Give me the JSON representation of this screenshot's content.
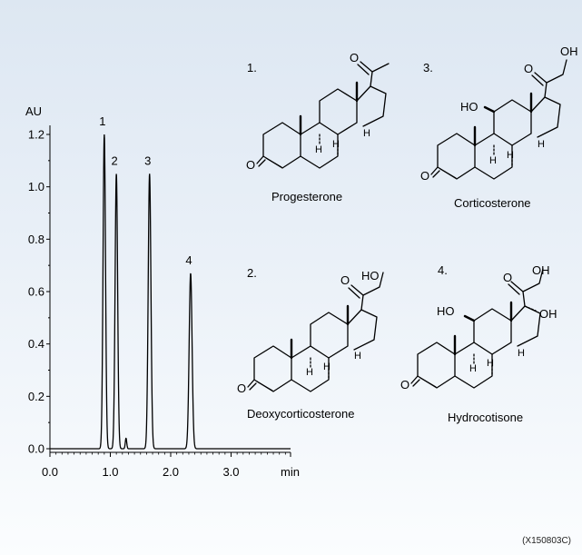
{
  "catalog_number": "(X150803C)",
  "chart_data": {
    "type": "line",
    "title": "",
    "xlabel": "min",
    "ylabel": "AU",
    "xlim": [
      0.0,
      4.0
    ],
    "ylim": [
      -0.03,
      1.3
    ],
    "x_ticks": [
      0.0,
      1.0,
      2.0,
      3.0
    ],
    "x_tick_labels": [
      "0.0",
      "1.0",
      "2.0",
      "3.0"
    ],
    "y_ticks": [
      0.0,
      0.2,
      0.4,
      0.6,
      0.8,
      1.0,
      1.2
    ],
    "y_tick_labels": [
      "0.0",
      "0.2",
      "0.4",
      "0.6",
      "0.8",
      "1.0",
      "1.2"
    ],
    "grid": false,
    "peaks": [
      {
        "label": "1",
        "retention_time": 0.9,
        "height": 1.2
      },
      {
        "label": "2",
        "retention_time": 1.1,
        "height": 1.05
      },
      {
        "label": "3",
        "retention_time": 1.65,
        "height": 1.05
      },
      {
        "label": "4",
        "retention_time": 2.33,
        "height": 0.67
      }
    ],
    "minor_peaks": [
      {
        "retention_time": 1.26,
        "height": 0.04
      }
    ]
  },
  "compounds": [
    {
      "number": "1.",
      "name": "Progesterone"
    },
    {
      "number": "2.",
      "name": "Deoxycorticosterone"
    },
    {
      "number": "3.",
      "name": "Corticosterone"
    },
    {
      "number": "4.",
      "name": "Hydrocotisone"
    }
  ],
  "atom_labels": {
    "O": "O",
    "H": "H",
    "HO": "HO",
    "OH": "OH"
  }
}
